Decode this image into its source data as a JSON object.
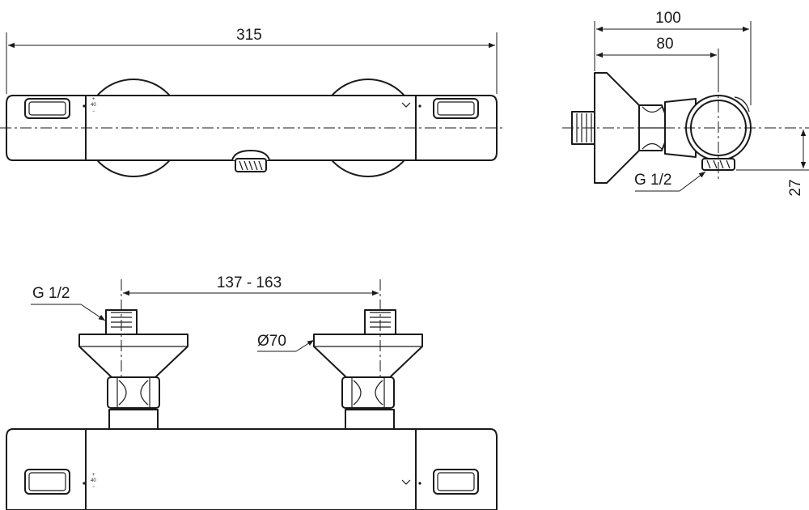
{
  "dimensions": {
    "overall_length": "315",
    "depth_total": "100",
    "depth_body": "80",
    "outlet_offset": "27",
    "inlet_spacing": "137 - 163",
    "rosette_diameter": "Ø70"
  },
  "threads": {
    "outlet_thread": "G 1/2",
    "inlet_thread": "G 1/2"
  },
  "knob_markings": {
    "temp_stop": "40",
    "plus_sign": "+",
    "minus_sign": "−"
  },
  "colors": {
    "line": "#1a1a1a",
    "background": "#ffffff"
  }
}
